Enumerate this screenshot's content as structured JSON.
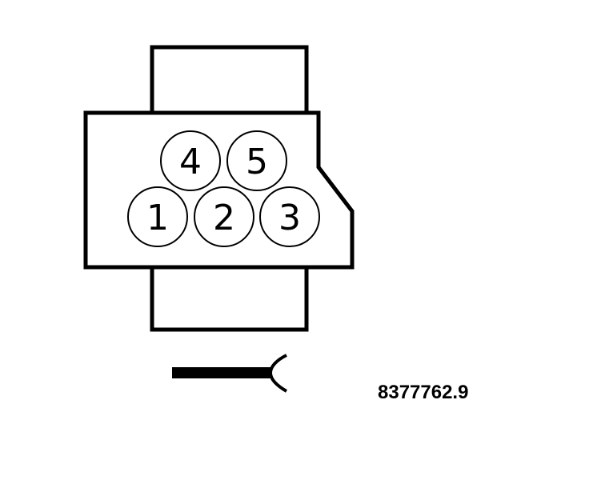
{
  "diagram": {
    "reference_number": "8377762.9",
    "pins": [
      {
        "label": "4"
      },
      {
        "label": "5"
      },
      {
        "label": "1"
      },
      {
        "label": "2"
      },
      {
        "label": "3"
      }
    ]
  },
  "colors": {
    "stroke": "#000000",
    "background": "#ffffff"
  }
}
